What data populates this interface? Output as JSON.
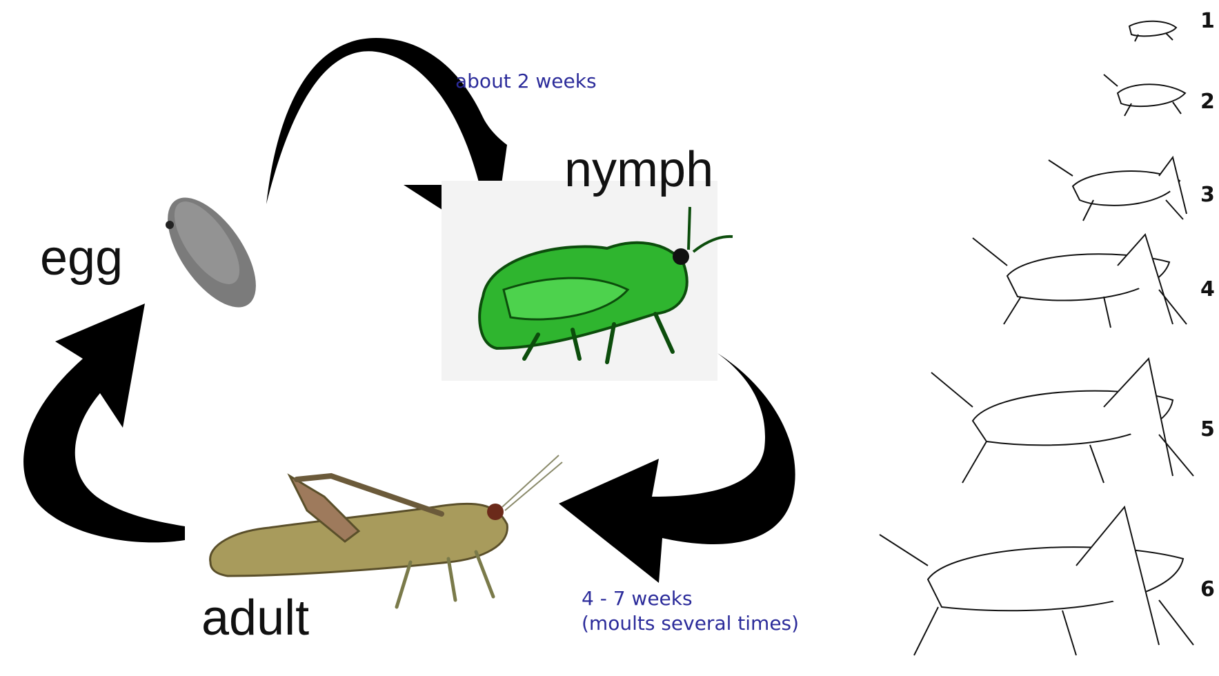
{
  "stages": {
    "egg": "egg",
    "nymph": "nymph",
    "adult": "adult"
  },
  "durations": {
    "egg_to_nymph": "about 2 weeks",
    "nymph_to_adult_line1": "4 - 7 weeks",
    "nymph_to_adult_line2": "(moults several times)"
  },
  "instars": [
    "1",
    "2",
    "3",
    "4",
    "5",
    "6"
  ],
  "colors": {
    "duration_text": "#2b2b9a",
    "nymph_body": "#2fb52f",
    "adult_body": "#a89b5c"
  }
}
